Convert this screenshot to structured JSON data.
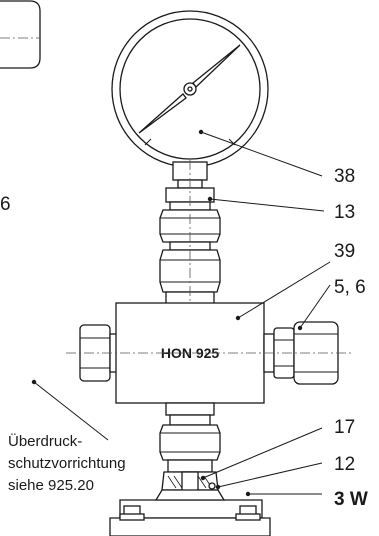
{
  "drawing": {
    "device_label": "HON 925",
    "left_partial_label": "6",
    "overpressure_note": {
      "line1": "Überdruck-",
      "line2": "schutzvorrichtung",
      "line3": "siehe 925.20"
    },
    "callouts": [
      {
        "id": "gauge",
        "text": "38",
        "bold": false
      },
      {
        "id": "fitting-upper",
        "text": "13",
        "bold": false
      },
      {
        "id": "valve-body",
        "text": "39",
        "bold": false
      },
      {
        "id": "side-connection",
        "text": "5, 6",
        "bold": false
      },
      {
        "id": "seal-upper",
        "text": "17",
        "bold": false
      },
      {
        "id": "seal-lower",
        "text": "12",
        "bold": false
      },
      {
        "id": "base-valve",
        "text": "3 W",
        "bold": true
      }
    ]
  }
}
